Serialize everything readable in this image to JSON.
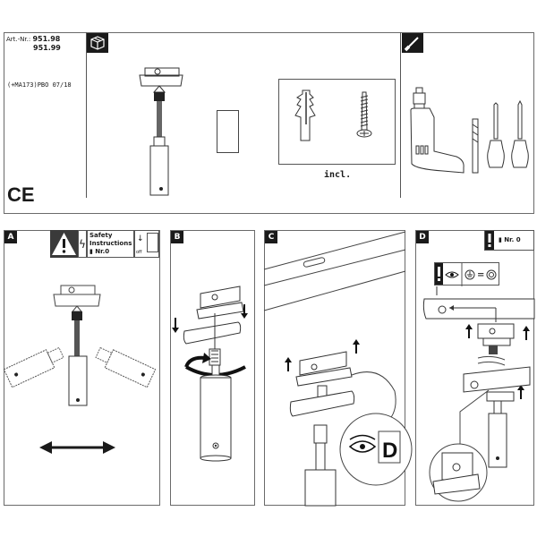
{
  "header": {
    "art_label": "Art.-Nr.:",
    "art_numbers": [
      "951.98",
      "951.99"
    ],
    "doc_code": "(+MA173)PBO 07/18",
    "ce_mark": "CE"
  },
  "contents_section": {
    "icon": "package-box-icon",
    "items": [
      "track-adapter-spotlight",
      "spacer-block"
    ],
    "included_box": {
      "items": [
        "wall-plug-icon",
        "screw-icon"
      ],
      "label": "incl."
    }
  },
  "tools_section": {
    "icon": "screwdriver-icon",
    "items": [
      "drill-icon",
      "drill-bit-icon",
      "flathead-screwdriver-icon",
      "phillips-screwdriver-icon"
    ]
  },
  "steps": [
    {
      "letter": "A",
      "safety": {
        "warning_icon": "warning-triangle-icon",
        "electric_icon": "lightning-bolt-icon",
        "title_line1": "Safety",
        "title_line2": "Instructions",
        "doc_ref": "Nr.0",
        "power_off_label": "off"
      },
      "illustration": "spotlight-rotation",
      "arrow": "double-horizontal-arrow"
    },
    {
      "letter": "B",
      "illustration": "adapter-screw-assembly",
      "arrow": "rotate-arrow"
    },
    {
      "letter": "C",
      "illustration": "adapter-lock-lever",
      "detail_label": "D"
    },
    {
      "letter": "D",
      "note_ref": "Nr. 0",
      "ground_symbol_row": [
        "attention-icon",
        "eye-icon",
        "ground-icon",
        "equals",
        "ground-ring-icon"
      ],
      "illustration": "track-insertion"
    }
  ]
}
